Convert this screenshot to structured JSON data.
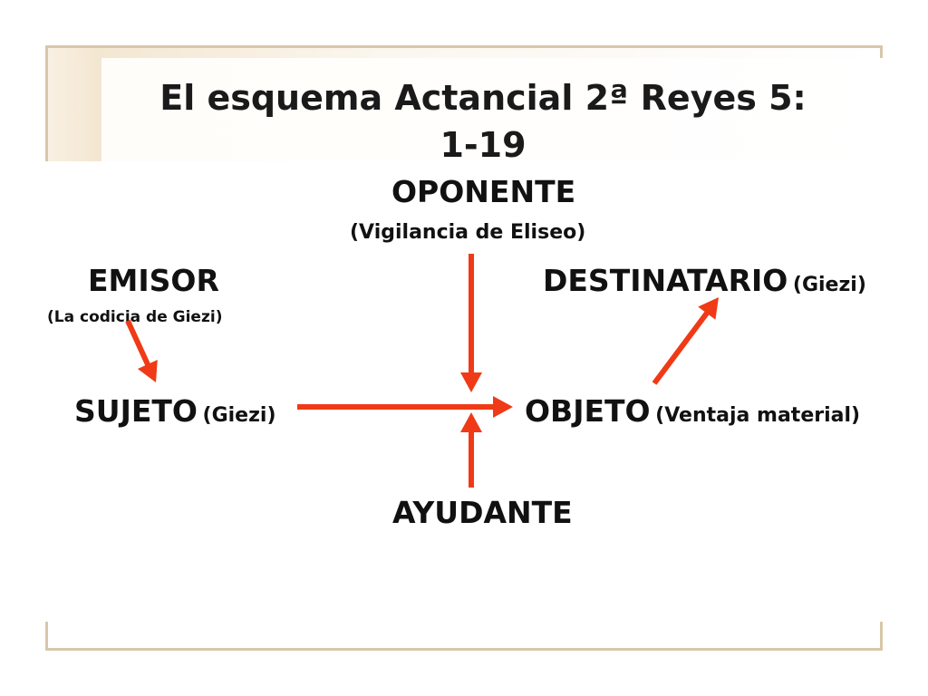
{
  "slide": {
    "title_line1": "El esquema Actancial 2ª Reyes 5:",
    "title_line2": "1-19"
  },
  "diagram": {
    "oponente": {
      "label": "OPONENTE",
      "detail": "(Vigilancia de Eliseo)"
    },
    "emisor": {
      "label": "EMISOR",
      "detail": "(La codicia de Giezi)"
    },
    "destinatario": {
      "label": "DESTINATARIO",
      "detail": "(Giezi)"
    },
    "sujeto": {
      "label": "SUJETO",
      "detail": "(Giezi)"
    },
    "objeto": {
      "label": "OBJETO",
      "detail": "(Ventaja material)"
    },
    "ayudante": {
      "label": "AYUDANTE"
    },
    "arrow_color": "#f03a17"
  }
}
